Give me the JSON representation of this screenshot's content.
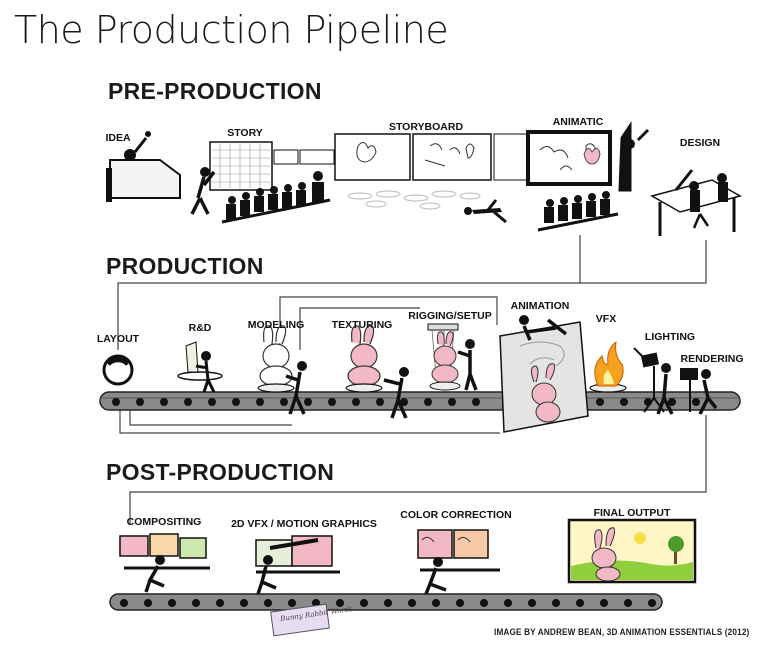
{
  "title": "The Production Pipeline",
  "sections": {
    "pre": "PRE-PRODUCTION",
    "prod": "PRODUCTION",
    "post": "POST-PRODUCTION"
  },
  "stages": {
    "idea": "IDEA",
    "story": "STORY",
    "storyboard": "STORYBOARD",
    "animatic": "ANIMATIC",
    "design": "DESIGN",
    "layout": "LAYOUT",
    "rnd": "R&D",
    "modeling": "MODELING",
    "texturing": "TEXTURING",
    "rigging": "RIGGING/SETUP",
    "animation": "ANIMATION",
    "vfx": "VFX",
    "lighting": "LIGHTING",
    "rendering": "RENDERING",
    "compositing": "COMPOSITING",
    "vfx2d": "2D VFX / MOTION GRAPHICS",
    "color": "COLOR CORRECTION",
    "final": "FINAL OUTPUT"
  },
  "card_text": "Bunny Rabbit Words",
  "credit": "IMAGE BY ANDREW BEAN, 3D ANIMATION ESSENTIALS (2012)",
  "colors": {
    "ink": "#111111",
    "bunny_pink": "#f2b8c6",
    "belt": "#8a8a8a",
    "flame": "#f6a21e",
    "grass": "#8fce3c",
    "sky": "#fff6c8"
  }
}
